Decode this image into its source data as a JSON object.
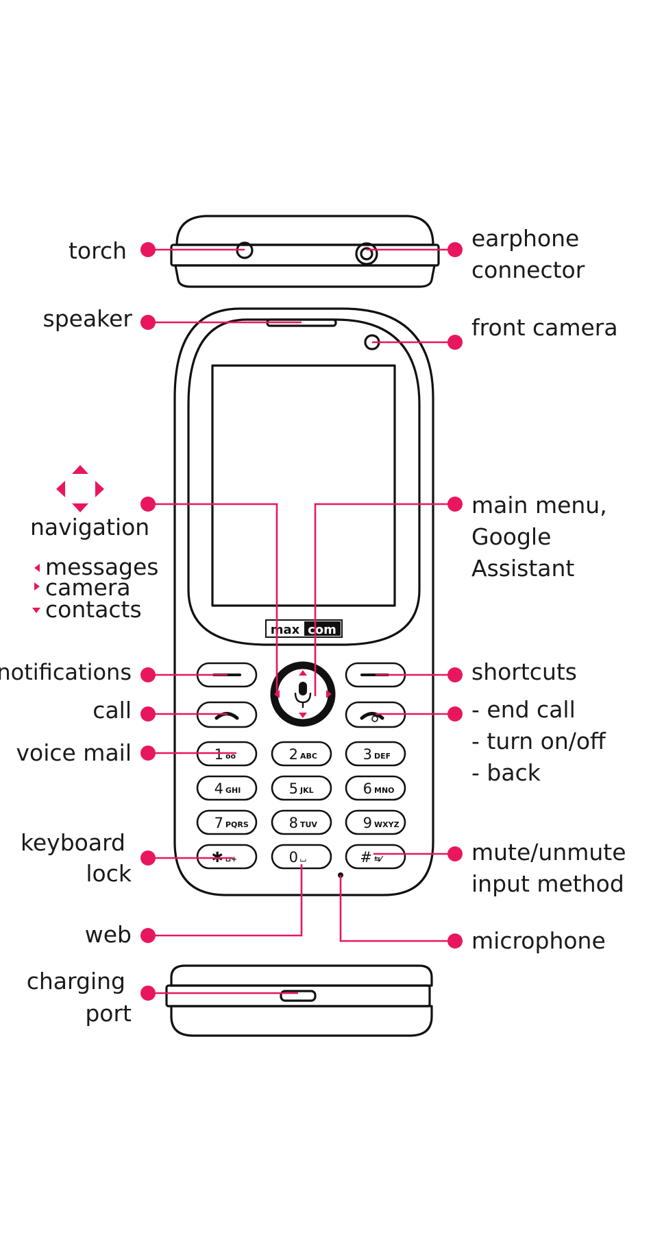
{
  "brand": {
    "left": "max",
    "right": "com"
  },
  "labels": {
    "torch": "torch",
    "earphone_line1": "earphone",
    "earphone_line2": "connector",
    "speaker": "speaker",
    "front_camera": "front camera",
    "navigation": "navigation",
    "nav_messages": "messages",
    "nav_camera": "camera",
    "nav_contacts": "contacts",
    "main_menu_line1": "main menu,",
    "main_menu_line2": "Google",
    "main_menu_line3": "Assistant",
    "notifications": "notifications",
    "shortcuts": "shortcuts",
    "call": "call",
    "end_call_line1": "- end call",
    "end_call_line2": "- turn on/off",
    "end_call_line3": "- back",
    "voice_mail": "voice mail",
    "keyboard_lock_line1": "keyboard",
    "keyboard_lock_line2": "lock",
    "mute_line1": "mute/unmute",
    "mute_line2": "input method",
    "web": "web",
    "microphone": "microphone",
    "charging_line1": "charging",
    "charging_line2": "port"
  },
  "keypad": [
    {
      "main": "1",
      "sub": "oo"
    },
    {
      "main": "2",
      "sub": "ABC"
    },
    {
      "main": "3",
      "sub": "DEF"
    },
    {
      "main": "4",
      "sub": "GHI"
    },
    {
      "main": "5",
      "sub": "JKL"
    },
    {
      "main": "6",
      "sub": "MNO"
    },
    {
      "main": "7",
      "sub": "PQRS"
    },
    {
      "main": "8",
      "sub": "TUV"
    },
    {
      "main": "9",
      "sub": "WXYZ"
    },
    {
      "main": "✱",
      "sub": "⌂+"
    },
    {
      "main": "0",
      "sub": "⌴"
    },
    {
      "main": "#",
      "sub": "⇆⁄"
    }
  ],
  "colors": {
    "accent": "#e8175d",
    "outline": "#111111",
    "text": "#1a1a1a"
  },
  "icons": {
    "navigation": "four-way-arrows-icon",
    "messages": "arrow-left-icon",
    "camera": "arrow-right-icon",
    "contacts": "arrow-down-icon",
    "ok_key": "microphone-icon",
    "call_key": "handset-icon",
    "end_key": "handset-power-icon"
  }
}
